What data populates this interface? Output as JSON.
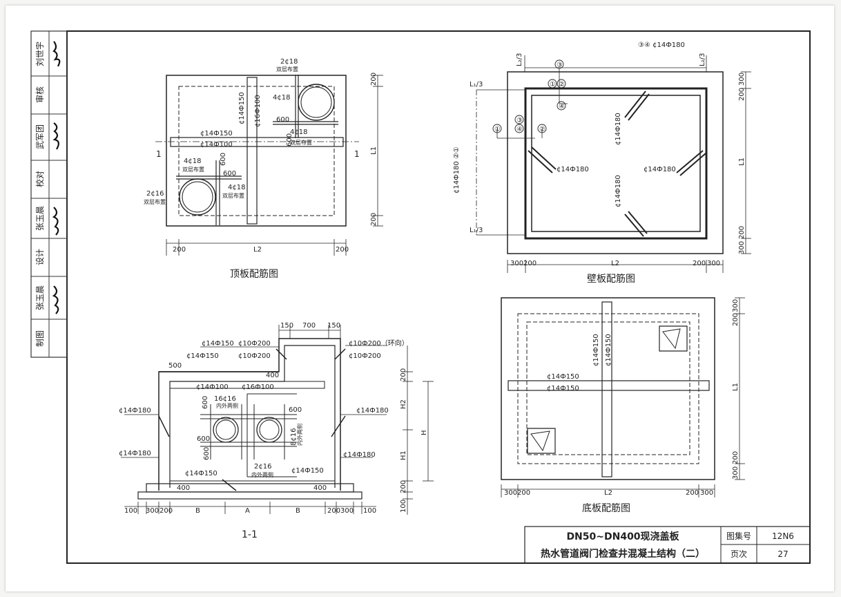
{
  "titleblock": {
    "line1": "DN50~DN400现浇盖板",
    "line2": "热水管道阀门检查井混凝土结构（二）",
    "atlas_label": "图集号",
    "atlas_value": "12N6",
    "page_label": "页次",
    "page_value": "27"
  },
  "sidebar": {
    "roles": [
      "制图",
      "设计",
      "校对",
      "审核"
    ],
    "names": [
      "张玉晨",
      "张玉晨",
      "武军团",
      "刘世宇"
    ]
  },
  "views": {
    "top": {
      "caption": "顶板配筋图",
      "dims": {
        "d200": "200",
        "L2": "L2",
        "L1": "L1",
        "d600": "600"
      },
      "rebar": {
        "r1": "2¢18",
        "r2": "4¢18",
        "r3": "2¢16",
        "r4": "¢14Ф150",
        "r5": "¢14Ф100",
        "r6": "¢16Ф100"
      },
      "notes": {
        "double": "双层布置"
      },
      "section": "1"
    },
    "wall": {
      "caption": "壁板配筋图",
      "top_label": "③④ ¢14Ф180",
      "rebar": "¢14Ф180",
      "left_label": "¢14Ф180 ②①",
      "dims": {
        "d300": "300",
        "d200": "200",
        "L2": "L2",
        "L1": "L1",
        "L13": "L₁/3",
        "L23": "L₂/3"
      },
      "marks": [
        "①",
        "②",
        "③",
        "④"
      ]
    },
    "base": {
      "caption": "底板配筋图",
      "rebar": "¢14Ф150",
      "dims": {
        "d300": "300",
        "d200": "200",
        "L2": "L2",
        "L1": "L1"
      }
    },
    "section": {
      "caption": "1-1",
      "dims_top": [
        "150",
        "700",
        "150"
      ],
      "dims_bottom": [
        "100",
        "300",
        "200",
        "B",
        "A",
        "B",
        "200",
        "300",
        "100"
      ],
      "dims_side": {
        "H": "H",
        "H1": "H1",
        "H2": "H2",
        "d200": "200",
        "d100": "100"
      },
      "rebar": {
        "a": "¢14Ф150",
        "b": "¢10Ф200",
        "c": "¢10Ф200（环向）",
        "d": "¢14Ф100",
        "e": "¢16Ф100",
        "f": "¢14Ф180",
        "g": "16¢16",
        "h": "8¢16",
        "i": "2¢16"
      },
      "notes": {
        "inner": "内外两侧",
        "inner2": "内外两侧"
      },
      "vals": {
        "d400": "400",
        "d500": "500",
        "d600": "600"
      }
    }
  }
}
